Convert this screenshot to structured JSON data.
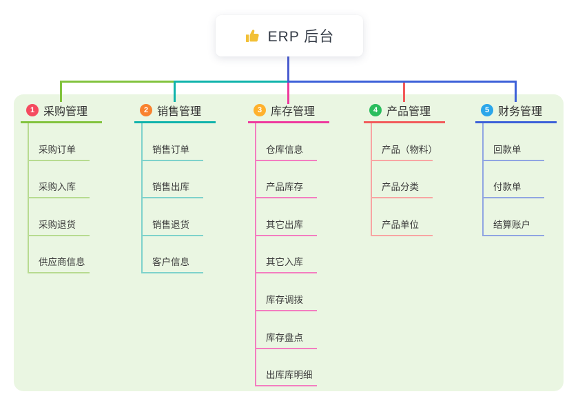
{
  "root": {
    "label": "ERP 后台",
    "icon": "thumbs-up",
    "icon_color": "#f2c037"
  },
  "colors": {
    "root_connector": "#4a5cd0",
    "panel_bg": "#eaf6e2",
    "title_text": "#333333",
    "child_text": "#3d3d3d"
  },
  "branches": [
    {
      "num": "1",
      "title": "采购管理",
      "badge_color": "#f54a5f",
      "line_color": "#82c33d",
      "child_line_color": "#b7db90",
      "children": [
        "采购订单",
        "采购入库",
        "采购退货",
        "供应商信息"
      ]
    },
    {
      "num": "2",
      "title": "销售管理",
      "badge_color": "#f9822f",
      "line_color": "#10b3ab",
      "child_line_color": "#7ed2cb",
      "children": [
        "销售订单",
        "销售出库",
        "销售退货",
        "客户信息"
      ]
    },
    {
      "num": "3",
      "title": "库存管理",
      "badge_color": "#ffb12c",
      "line_color": "#ee3a9e",
      "child_line_color": "#f37dc0",
      "children": [
        "仓库信息",
        "产品库存",
        "其它出库",
        "其它入库",
        "库存调拨",
        "库存盘点",
        "出库库明细"
      ]
    },
    {
      "num": "4",
      "title": "产品管理",
      "badge_color": "#2abd5d",
      "line_color": "#f25a5a",
      "child_line_color": "#f8a5a3",
      "children": [
        "产品（物料）",
        "产品分类",
        "产品单位"
      ]
    },
    {
      "num": "5",
      "title": "财务管理",
      "badge_color": "#2ba6ea",
      "line_color": "#3c60d8",
      "child_line_color": "#90a5e2",
      "children": [
        "回款单",
        "付款单",
        "结算账户"
      ]
    }
  ]
}
